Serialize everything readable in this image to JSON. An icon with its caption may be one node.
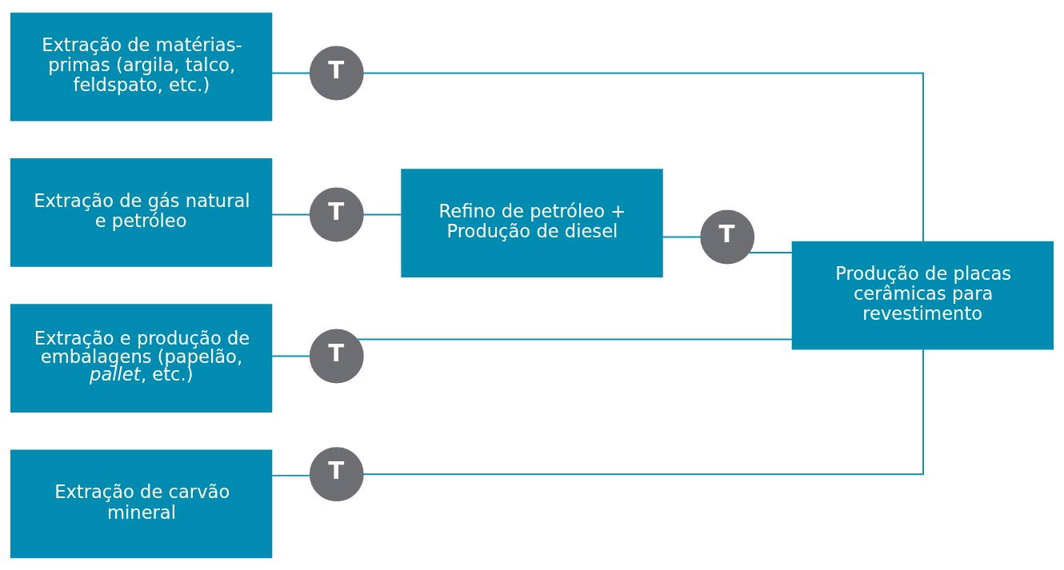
{
  "diagram": {
    "nodes": [
      {
        "text": [
          "Extração de matérias-primas (argila, talco, feldspato, etc.)"
        ]
      },
      {
        "text": [
          "T"
        ]
      },
      {
        "text": [
          "Extração de gás natural e petróleo"
        ]
      },
      {
        "text": [
          "T"
        ]
      },
      {
        "text": [
          "Refino de petróleo + Produção de diesel"
        ]
      },
      {
        "text": [
          "T"
        ]
      },
      {
        "text": [
          "Produção de placas cerâmicas para revestimento"
        ]
      },
      {
        "text": [
          "Extração e produção de embalagens (papelão, *pallet*, etc.)"
        ]
      },
      {
        "text": [
          "T"
        ]
      },
      {
        "text": [
          "Extração de carvão mineral"
        ]
      },
      {
        "text": [
          "T"
        ]
      }
    ],
    "edges": [
      {
        "from": 0,
        "to": 1,
        "arrow": "none"
      },
      {
        "from": 1,
        "to": 6,
        "arrow": "none"
      },
      {
        "from": 2,
        "to": 3,
        "arrow": "none"
      },
      {
        "from": 3,
        "to": 4,
        "arrow": "none"
      },
      {
        "from": 4,
        "to": 5,
        "arrow": "none"
      },
      {
        "from": 5,
        "to": 6,
        "arrow": "none"
      },
      {
        "from": 7,
        "to": 8,
        "arrow": "none"
      },
      {
        "from": 8,
        "to": 6,
        "arrow": "none"
      },
      {
        "from": 9,
        "to": 10,
        "arrow": "none"
      },
      {
        "from": 10,
        "to": 6,
        "arrow": "none"
      }
    ]
  }
}
